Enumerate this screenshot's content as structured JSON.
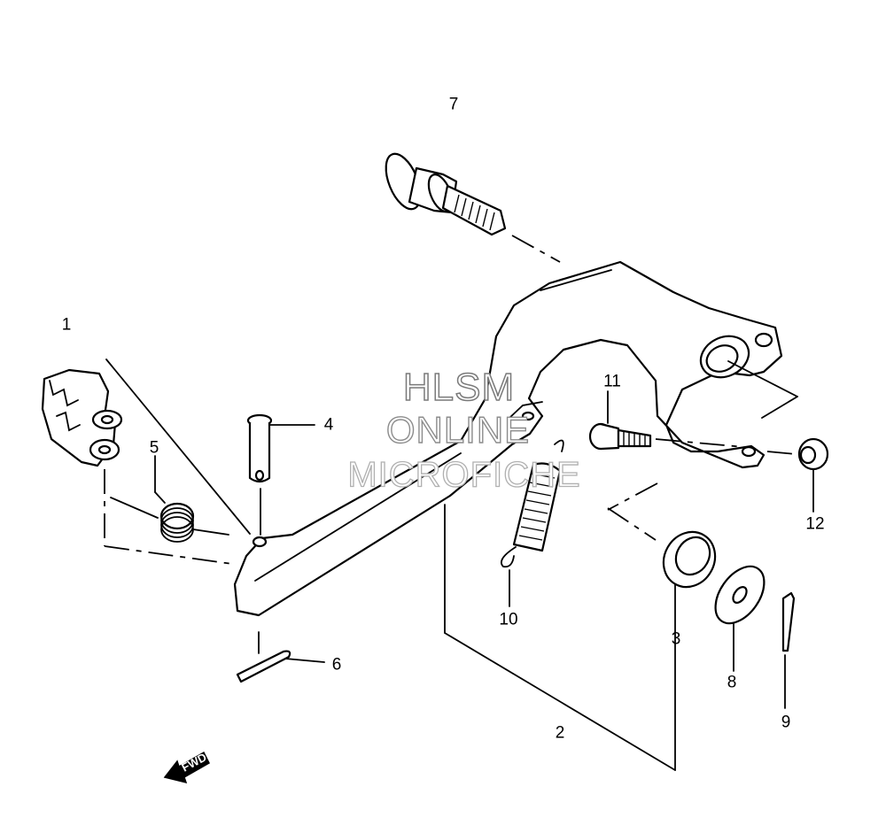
{
  "watermark": {
    "line1": "HLSM",
    "line2": "ONLINE",
    "line3": "MICROFICHE"
  },
  "callouts": [
    {
      "id": "1",
      "label": "1"
    },
    {
      "id": "2",
      "label": "2"
    },
    {
      "id": "3",
      "label": "3"
    },
    {
      "id": "4",
      "label": "4"
    },
    {
      "id": "5",
      "label": "5"
    },
    {
      "id": "6",
      "label": "6"
    },
    {
      "id": "7",
      "label": "7"
    },
    {
      "id": "8",
      "label": "8"
    },
    {
      "id": "9",
      "label": "9"
    },
    {
      "id": "10",
      "label": "10"
    },
    {
      "id": "11",
      "label": "11"
    },
    {
      "id": "12",
      "label": "12"
    }
  ],
  "fwd_arrow": {
    "label": "FWD"
  },
  "colors": {
    "line": "#000000",
    "background": "#ffffff",
    "watermark_outline": "#8c8c8c"
  }
}
